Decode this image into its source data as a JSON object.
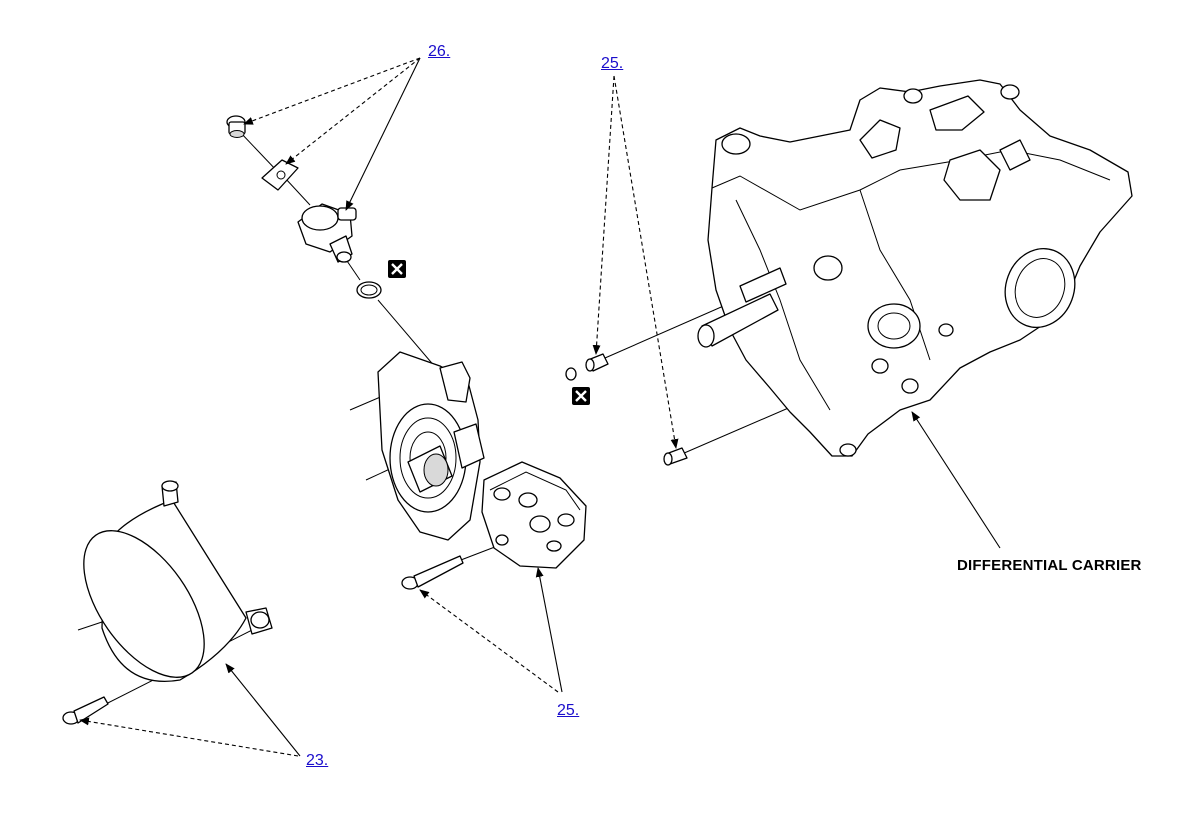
{
  "callouts": {
    "top_left": "26.",
    "top_right": "25.",
    "bottom_center": "25.",
    "bottom_left": "23."
  },
  "caption": "DIFFERENTIAL CARRIER",
  "colors": {
    "link": "#1a0dcc",
    "line": "#000000",
    "background": "#ffffff"
  },
  "icons": [
    "do-not-reuse-icon",
    "do-not-reuse-icon"
  ]
}
